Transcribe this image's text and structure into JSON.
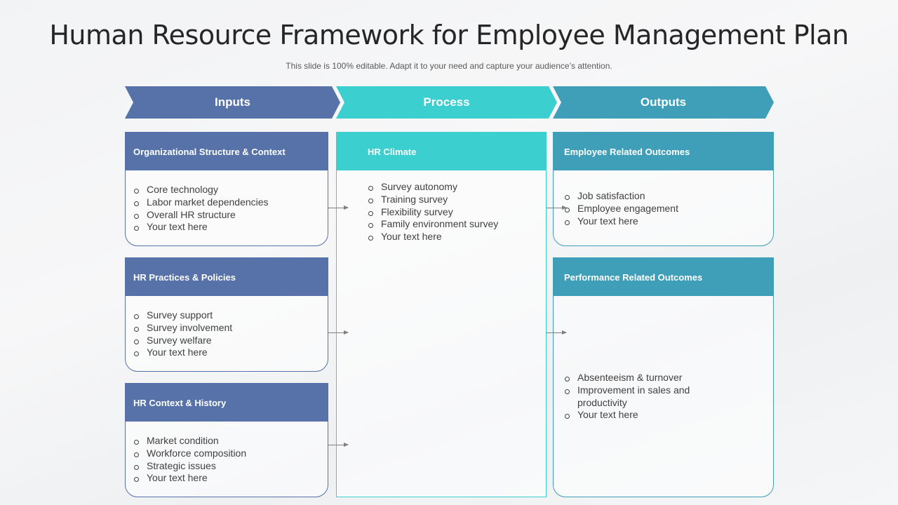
{
  "title": "Human Resource Framework for Employee Management Plan",
  "subtitle": "This slide is 100% editable. Adapt it to your need and capture your audience’s attention.",
  "columns": {
    "inputs": "Inputs",
    "process": "Process",
    "outputs": "Outputs"
  },
  "inputs": [
    {
      "heading": "Organizational Structure & Context",
      "items": [
        "Core technology",
        "Labor market dependencies",
        "Overall HR structure",
        "Your text here"
      ]
    },
    {
      "heading": "HR Practices & Policies",
      "items": [
        "Survey support",
        "Survey involvement",
        "Survey welfare",
        "Your text here"
      ]
    },
    {
      "heading": "HR Context & History",
      "items": [
        "Market condition",
        "Workforce composition",
        "Strategic issues",
        "Your text here"
      ]
    }
  ],
  "process": {
    "heading": "HR Climate",
    "items": [
      "Survey autonomy",
      "Training survey",
      "Flexibility survey",
      "Family environment survey",
      "Your text here"
    ]
  },
  "outputs": [
    {
      "heading": "Employee Related Outcomes",
      "items": [
        "Job satisfaction",
        "Employee engagement",
        "Your text here"
      ]
    },
    {
      "heading": "Performance Related Outcomes",
      "items": [
        "Absenteeism & turnover",
        "Improvement in sales and productivity",
        "Your text here"
      ]
    }
  ]
}
